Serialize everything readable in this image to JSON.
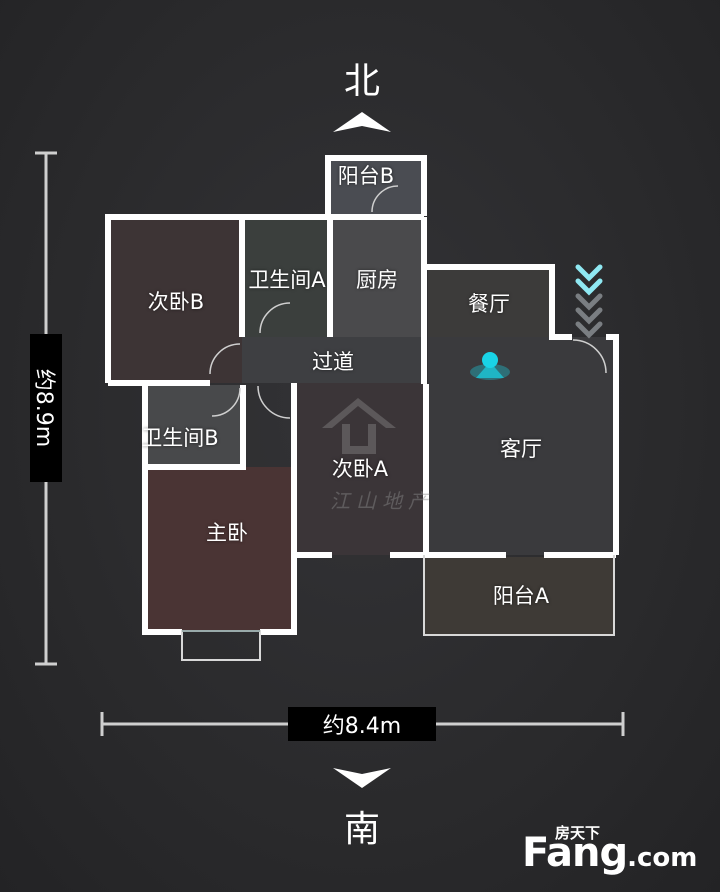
{
  "compass": {
    "north": "北",
    "south": "南"
  },
  "dimensions": {
    "height": "约8.9m",
    "width": "约8.4m"
  },
  "rooms": {
    "balcony_b": "阳台B",
    "bedroom_b": "次卧B",
    "bathroom_a": "卫生间A",
    "kitchen": "厨房",
    "dining": "餐厅",
    "hallway": "过道",
    "bathroom_b": "卫生间B",
    "bedroom_a": "次卧A",
    "living": "客厅",
    "master": "主卧",
    "balcony_a": "阳台A"
  },
  "watermark": "江山地产",
  "brand": {
    "sub": "房天下",
    "main": "Fang",
    "tld": ".com"
  },
  "colors": {
    "wall": "#ffffff",
    "location_marker": "#19d3e6",
    "direction_arrows": "#8fe8f2",
    "background": "#2b2b2d"
  }
}
